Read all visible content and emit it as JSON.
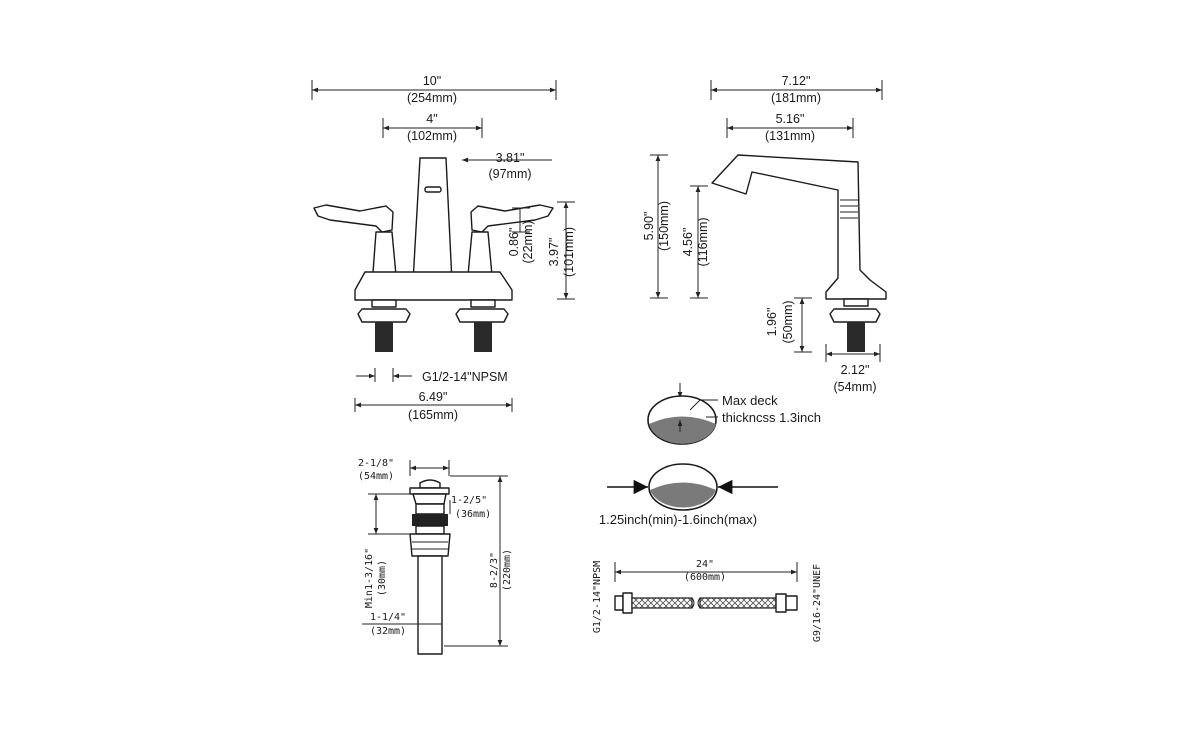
{
  "front_view": {
    "overall_width": {
      "in": "10\"",
      "mm": "(254mm)"
    },
    "center_spread": {
      "in": "4\"",
      "mm": "(102mm)"
    },
    "spout_offset": {
      "in": "3.81\"",
      "mm": "(97mm)"
    },
    "handle_height": {
      "in": "0.86\"",
      "mm": "(22mm)"
    },
    "body_height": {
      "in": "3.97\"",
      "mm": "(101mm)"
    },
    "thread_label": "G1/2-14\"NPSM",
    "shank_spread": {
      "in": "6.49\"",
      "mm": "(165mm)"
    }
  },
  "side_view": {
    "total_depth": {
      "in": "7.12\"",
      "mm": "(181mm)"
    },
    "spout_reach": {
      "in": "5.16\"",
      "mm": "(131mm)"
    },
    "total_height": {
      "in": "5.90\"",
      "mm": "(150mm)"
    },
    "spout_height": {
      "in": "4.56\"",
      "mm": "(116mm)"
    },
    "shank_length": {
      "in": "1.96\"",
      "mm": "(50mm)"
    },
    "base_width": {
      "in": "2.12\"",
      "mm": "(54mm)"
    }
  },
  "deck": {
    "max_line1": "Max deck",
    "max_line2": "thickncss 1.3inch",
    "hole_range": "1.25inch(min)-1.6inch(max)"
  },
  "drain": {
    "flange_width": {
      "in": "2-1/8\"",
      "mm": "(54mm)"
    },
    "body_dia": {
      "in": "1-2/5\"",
      "mm": "(36mm)"
    },
    "min_length": {
      "in": "Min1-3/16\"",
      "mm": "(30mm)"
    },
    "total_length": {
      "in": "8-2/3\"",
      "mm": "(220mm)"
    },
    "tail_dia": {
      "in": "1-1/4\"",
      "mm": "(32mm)"
    }
  },
  "hose": {
    "length": {
      "in": "24\"",
      "mm": "(600mm)"
    },
    "left_thread": "G1/2-14\"NPSM",
    "right_thread": "G9/16-24\"UNEF"
  }
}
